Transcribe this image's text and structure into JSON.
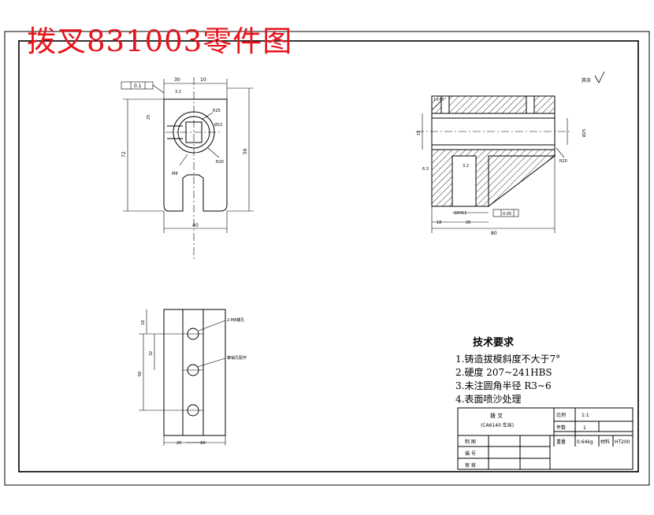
{
  "drawing_title": "拨叉831003零件图",
  "roughness_note": "其余",
  "tech_requirements": {
    "heading": "技术要求",
    "items": [
      "1.铸造拔模斜度不大于7°",
      "2.硬度 207~241HBS",
      "3.未注圆角半径 R3~6",
      "4.表面喷沙处理"
    ]
  },
  "title_block": {
    "part_name": "拨    叉",
    "part_sub": "(CA6140 车床)",
    "scale_label": "比例",
    "scale_value": "1:1",
    "qty_label": "件数",
    "qty_value": "1",
    "weight_label": "重量",
    "weight_value": "0.64kg",
    "material_label": "材料",
    "material_value": "HT200",
    "row_draw": "制 图",
    "row_draft": "描 号",
    "row_check": "审 核"
  },
  "dims": {
    "front_top_width": "30",
    "front_top_right": "10",
    "front_rough": "3.2",
    "front_tol": "0.1",
    "front_radius": "R25",
    "front_dia": "Ø22",
    "front_height_left": "72",
    "front_height_right": "56",
    "front_m8": "M8",
    "front_r20": "R20",
    "front_bottom_width": "40",
    "front_small": "25",
    "bottom_top": "18",
    "bottom_mid": "32",
    "bottom_left": "50",
    "bottom_w1": "20",
    "bottom_w2": "10",
    "bottom_hole_note1": "2-M8螺孔",
    "bottom_hole_note2": "锥销孔配作",
    "side_height": "15",
    "side_dia": "Ø25",
    "side_bottom1": "18",
    "side_bottom2": "26",
    "side_total": "80",
    "side_tol": "0.05",
    "side_chamfer": "1×45°",
    "side_r": "R20",
    "side_small": "16H11",
    "side_rough1": "3.2",
    "side_rough2": "6.3"
  }
}
